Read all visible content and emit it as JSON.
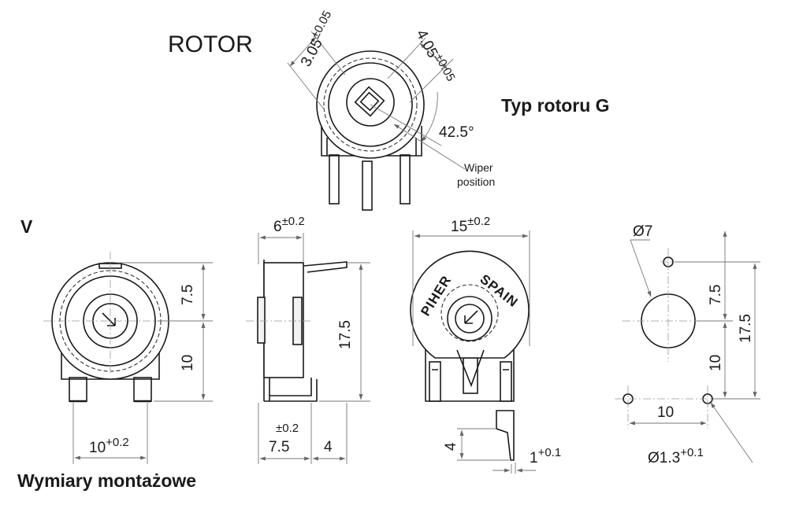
{
  "title_rotor": "ROTOR",
  "label_rotor_type": "Typ rotoru G",
  "label_v": "V",
  "label_mounting": "Wymiary montażowe",
  "rotor_view": {
    "dim_a_value": "3.05",
    "dim_a_tol": "±0.05",
    "dim_b_value": "4.05",
    "dim_b_tol": "±0.05",
    "angle": "42.5°",
    "wiper_line1": "Wiper",
    "wiper_line2": "position"
  },
  "front_view": {
    "dim_upper": "7.5",
    "dim_lower": "10",
    "dim_pitch_value": "10",
    "dim_pitch_tol": "+0.2"
  },
  "side_view": {
    "dim_width_value": "6",
    "dim_width_tol": "±0.2",
    "dim_height": "17.5",
    "dim_tol_pm": "±0.2",
    "dim_bottom_left": "7.5",
    "dim_bottom_right": "4"
  },
  "brand_view": {
    "dim_width_value": "15",
    "dim_width_tol": "±0.2",
    "brand_word1": "PIHER",
    "brand_word2": "SPAIN",
    "dim_pin_height": "4",
    "dim_pin_width_value": "1",
    "dim_pin_width_tol": "+0.1"
  },
  "hole_view": {
    "dim_diameter": "Ø7",
    "dim_upper": "7.5",
    "dim_total": "17.5",
    "dim_lower": "10",
    "dim_pitch": "10",
    "dim_hole_value": "Ø1.3",
    "dim_hole_tol": "+0.1"
  }
}
